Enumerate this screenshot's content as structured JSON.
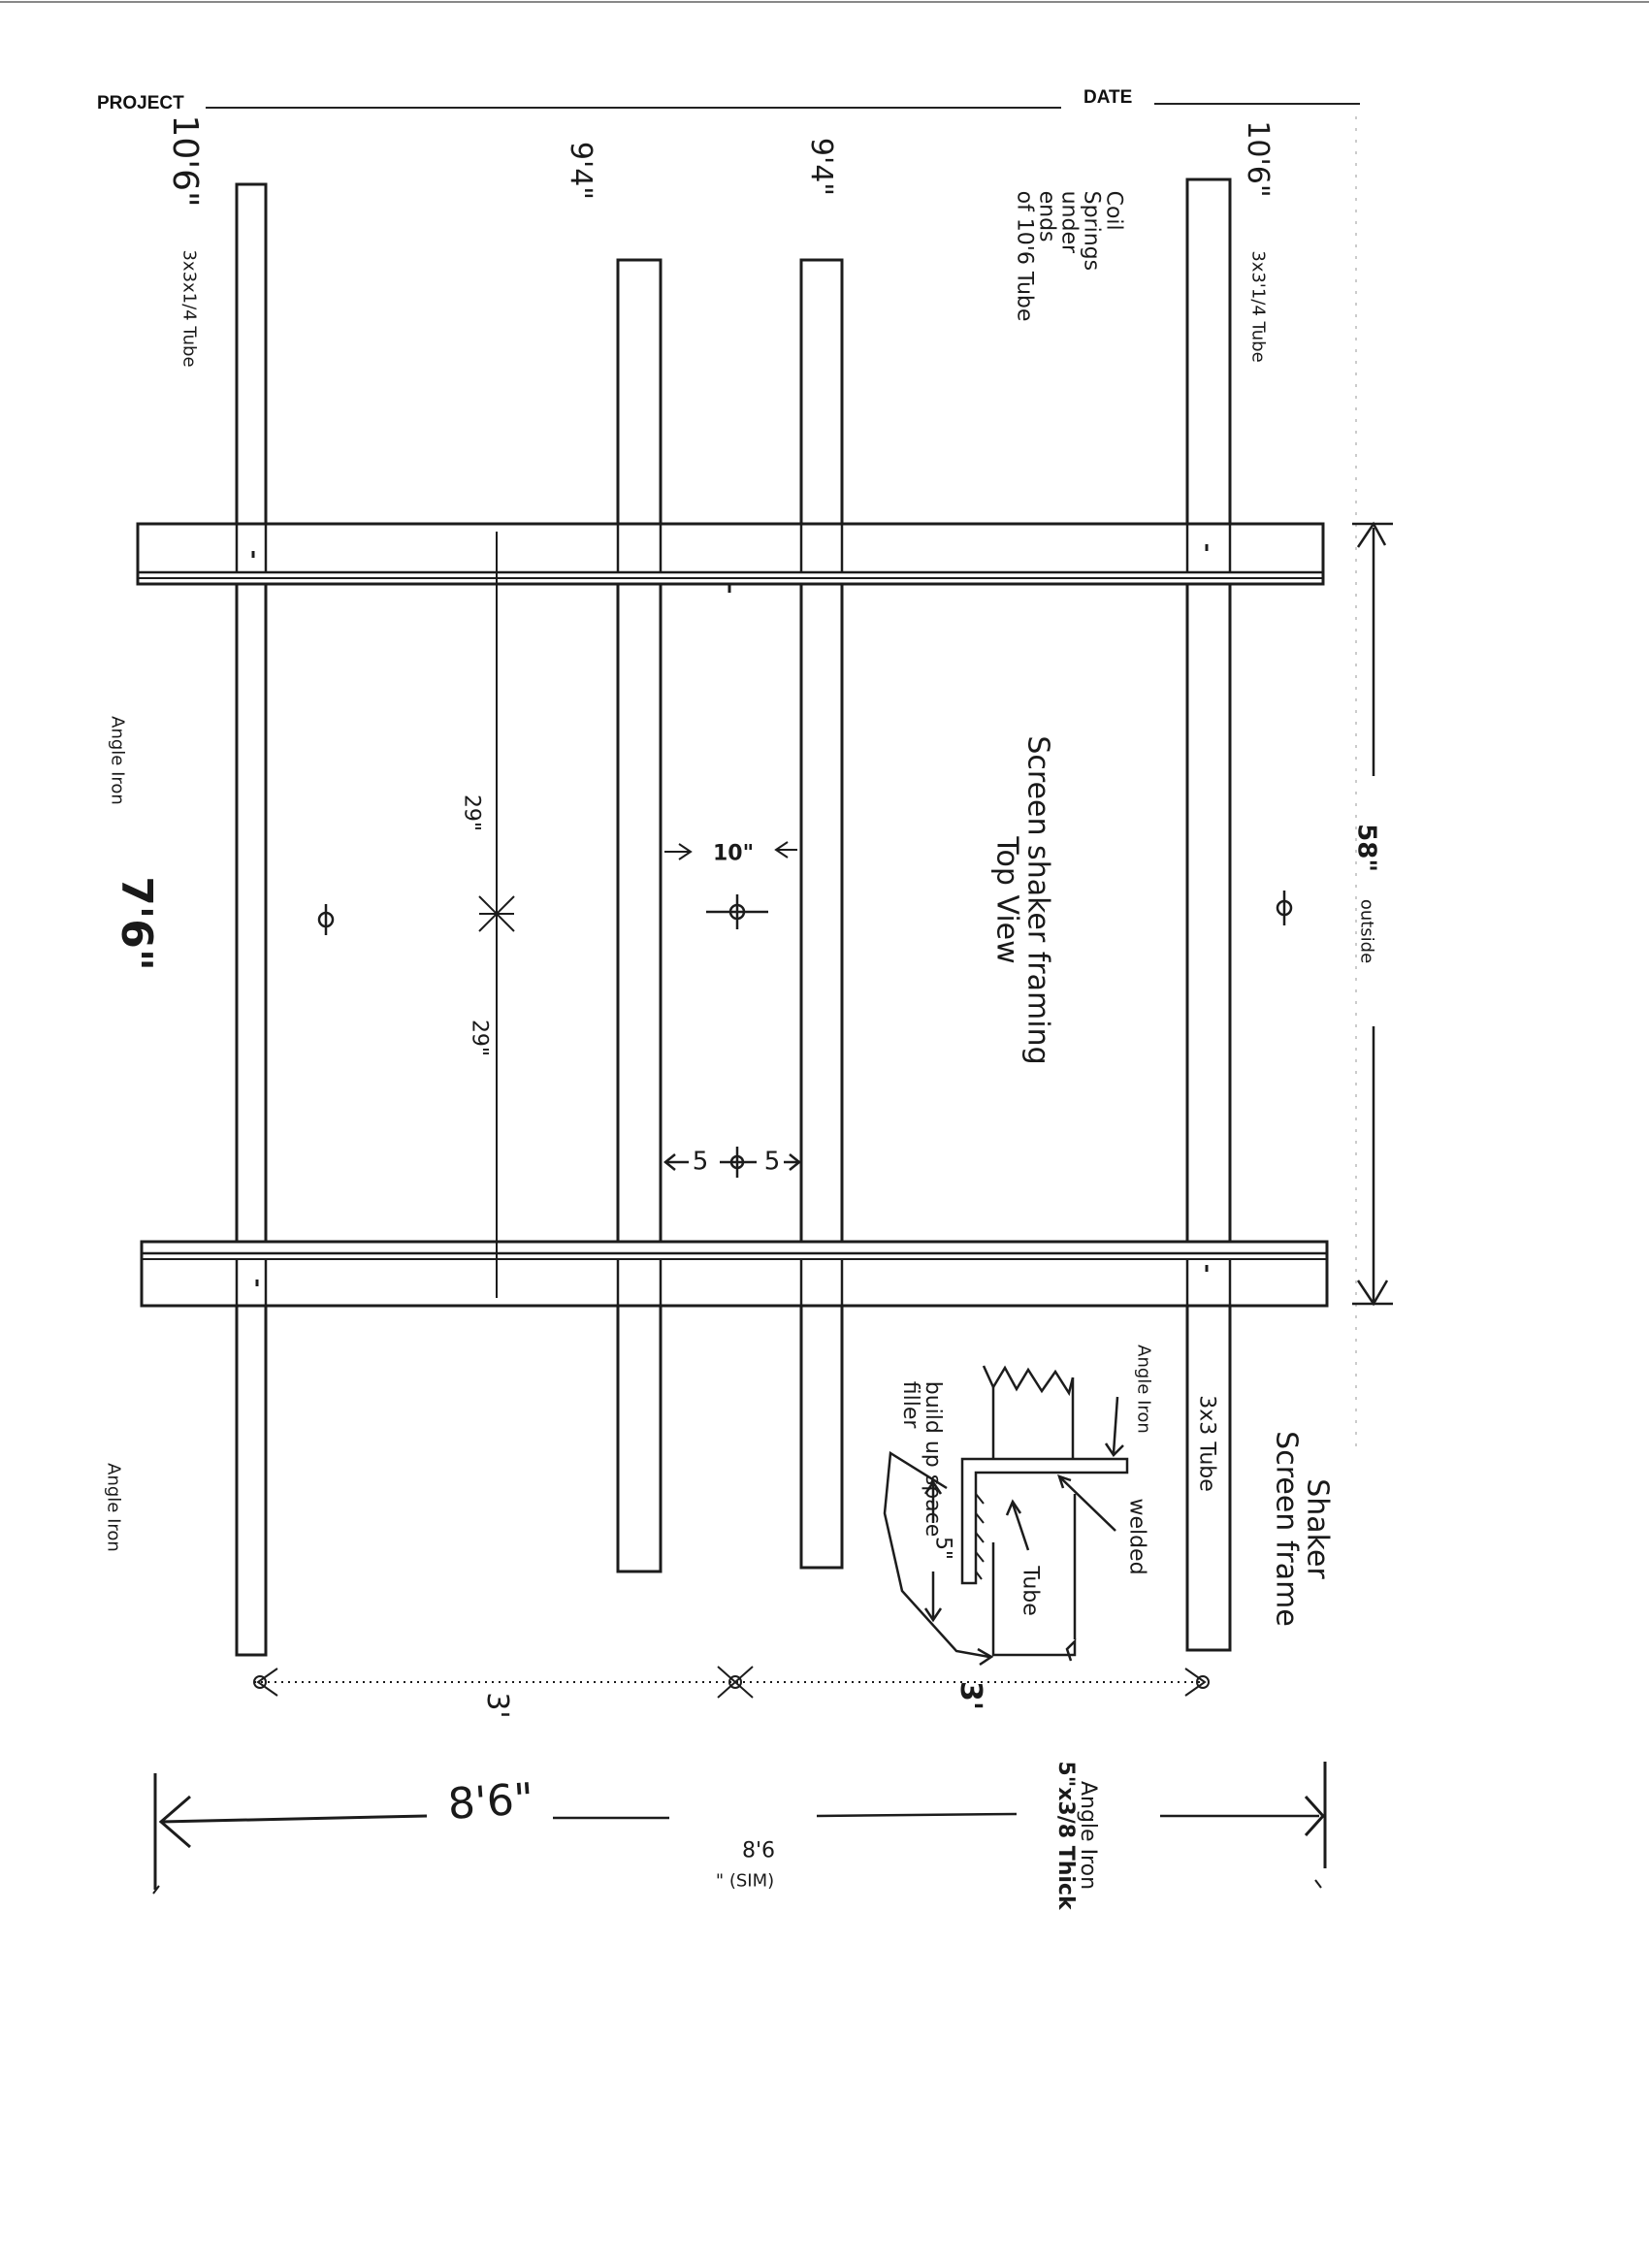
{
  "header": {
    "project_label": "PROJECT",
    "date_label": "DATE"
  },
  "tubes": {
    "left": {
      "length": "10'6\"",
      "spec": "3x3x1/4 Tube"
    },
    "inner_left": {
      "length": "9'4\""
    },
    "inner_right": {
      "length": "9'4\""
    },
    "right": {
      "length": "10'6\"",
      "spec": "3x3'1/4 Tube"
    }
  },
  "coil_note": [
    "Coil",
    "Springs",
    "under",
    "ends",
    "of 10'6 Tube"
  ],
  "title": [
    "Screen shaker framing",
    "Top View"
  ],
  "dims": {
    "outside_58": "58\"",
    "outside_label": "outside",
    "half_29_top": "29\"",
    "half_29_bottom": "29\"",
    "gap_10": "10\"",
    "five_left": "5",
    "five_right": "5",
    "angle_iron_length": "7'6\"",
    "three_left": "3'",
    "three_right": "3'",
    "overall": "8'6\"",
    "overall_small": "8'6",
    "overall_small2": "\" (SIM)"
  },
  "labels": {
    "angle_iron_top": "Angle Iron",
    "angle_iron_bottom": "Angle Iron",
    "tube_3x3": "3x3 Tube",
    "shaker_screen_frame": [
      "Shaker",
      "Screen frame"
    ],
    "angle_iron_spec": [
      "Angle Iron",
      "5\"x3/8 Thick"
    ]
  },
  "detail": {
    "angle_iron": "Angle Iron",
    "welded": "welded",
    "tube": "Tube",
    "build_up": "build up space",
    "filler": "filler",
    "five": "5\""
  }
}
